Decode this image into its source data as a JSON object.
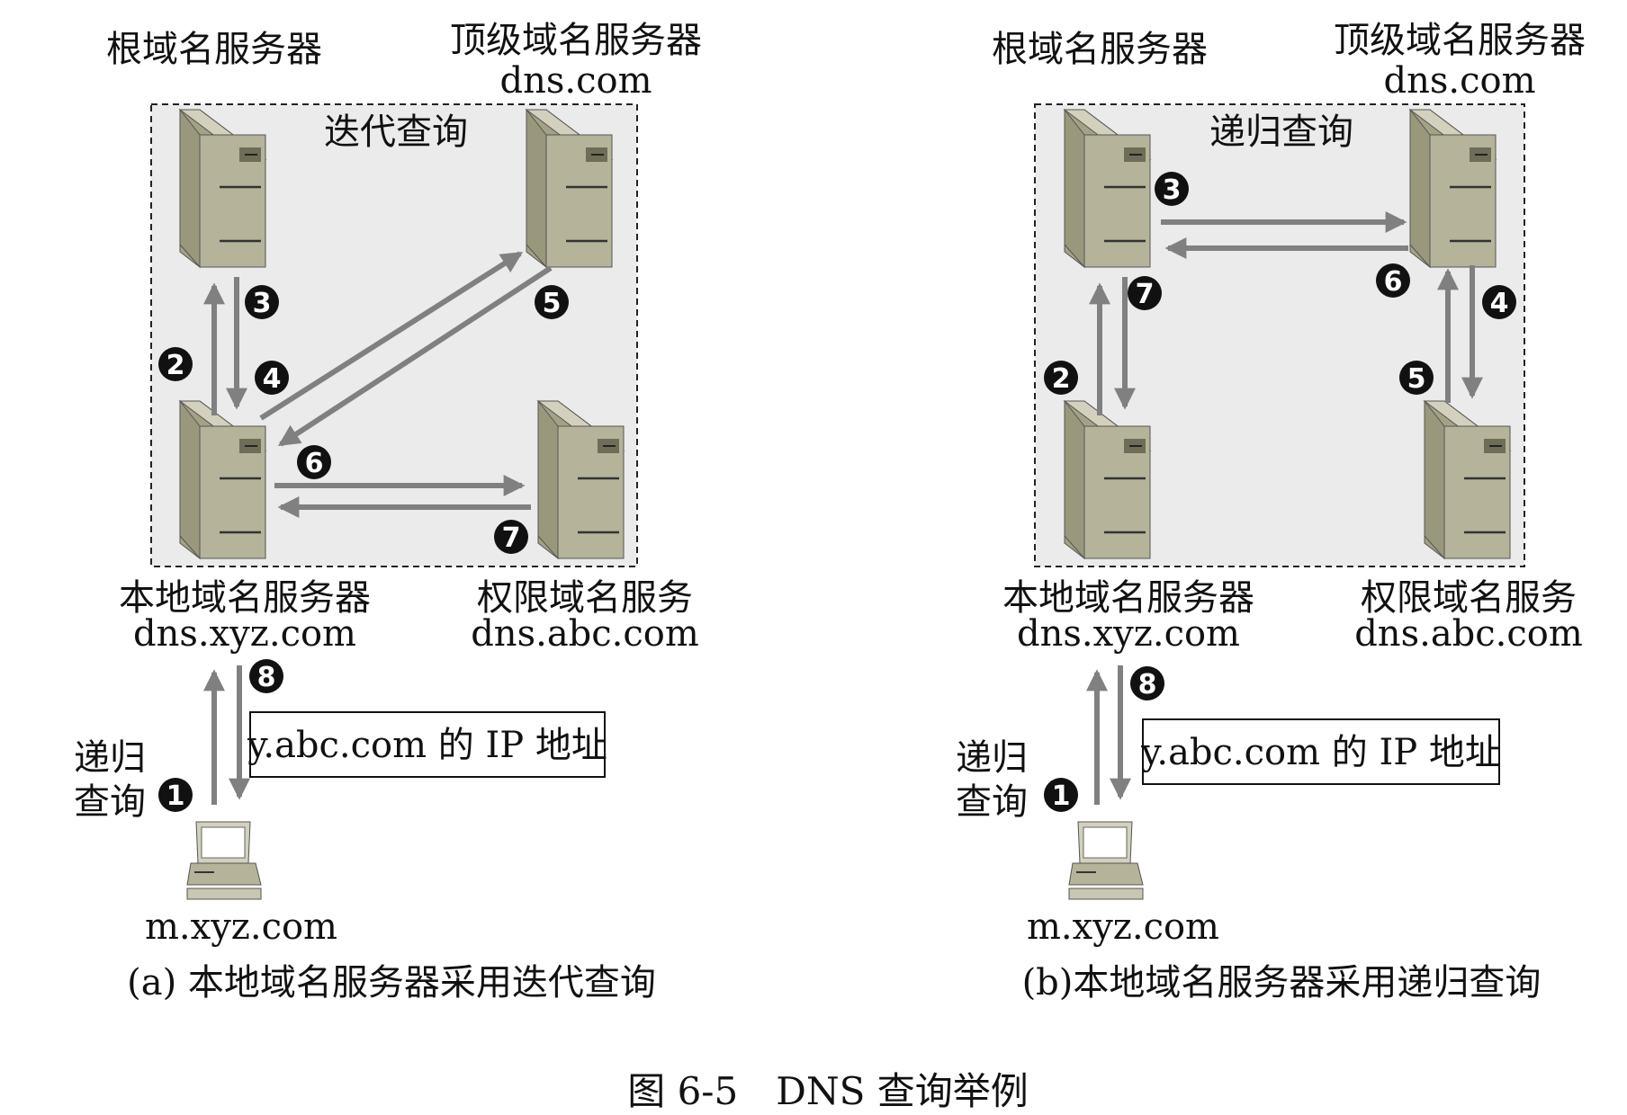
{
  "figure_caption": "图 6-5　DNS 查询举例",
  "panels": [
    {
      "id": "a",
      "mode_label": "迭代查询",
      "caption": "(a) 本地域名服务器采用迭代查询",
      "root_server": {
        "label": "根域名服务器"
      },
      "tld_server": {
        "label": "顶级域名服务器",
        "host": "dns.com"
      },
      "local_server": {
        "label": "本地域名服务器",
        "host": "dns.xyz.com"
      },
      "auth_server": {
        "label": "权限域名服务",
        "host": "dns.abc.com"
      },
      "client": {
        "host": "m.xyz.com",
        "query_label": [
          "递归",
          "查询"
        ]
      },
      "answer_box": "y.abc.com 的 IP 地址",
      "steps": [
        "1",
        "2",
        "3",
        "4",
        "5",
        "6",
        "7",
        "8"
      ]
    },
    {
      "id": "b",
      "mode_label": "递归查询",
      "caption": "(b)本地域名服务器采用递归查询",
      "root_server": {
        "label": "根域名服务器"
      },
      "tld_server": {
        "label": "顶级域名服务器",
        "host": "dns.com"
      },
      "local_server": {
        "label": "本地域名服务器",
        "host": "dns.xyz.com"
      },
      "auth_server": {
        "label": "权限域名服务",
        "host": "dns.abc.com"
      },
      "client": {
        "host": "m.xyz.com",
        "query_label": [
          "递归",
          "查询"
        ]
      },
      "answer_box": "y.abc.com 的 IP 地址",
      "steps": [
        "1",
        "2",
        "3",
        "4",
        "5",
        "6",
        "7",
        "8"
      ]
    }
  ],
  "colors": {
    "zone_fill": "#ebebeb",
    "arrow": "#808080",
    "server_front": "#b5b39a",
    "server_side": "#a4a285",
    "server_top": "#d3d1bd",
    "badge": "#111111"
  }
}
